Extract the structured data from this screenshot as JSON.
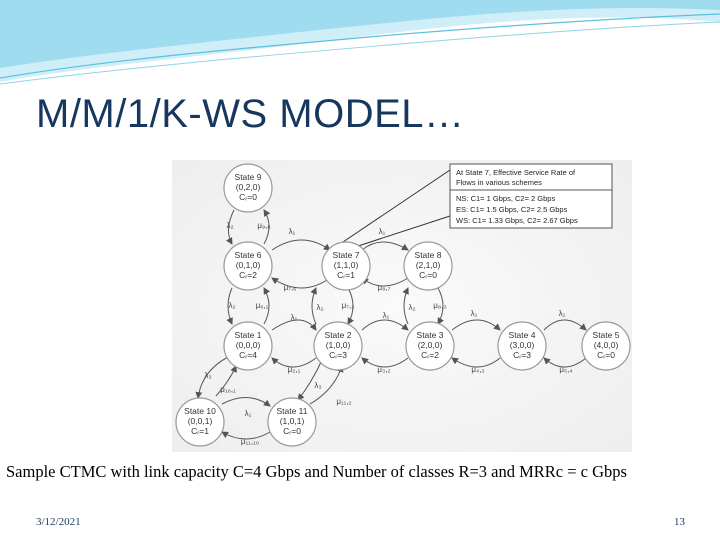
{
  "slide": {
    "title": "M/M/1/K-WS MODEL…",
    "caption": "Sample CTMC with link capacity C=4 Gbps and Number of classes R=3 and MRRc = c Gbps",
    "date": "3/12/2021",
    "page_number": "13"
  },
  "colors": {
    "title": "#17375e",
    "wave": "#5bc0de",
    "node_fill": "#ffffff",
    "node_stroke": "#999999",
    "diagram_bg": "#eeeeee"
  },
  "diagram": {
    "states": [
      {
        "id": "s9",
        "name": "State 9",
        "tuple": "(0,2,0)",
        "c": "Cᵣ=0"
      },
      {
        "id": "s6",
        "name": "State 6",
        "tuple": "(0,1,0)",
        "c": "Cᵣ=2"
      },
      {
        "id": "s7",
        "name": "State 7",
        "tuple": "(1,1,0)",
        "c": "Cᵣ=1"
      },
      {
        "id": "s8",
        "name": "State 8",
        "tuple": "(2,1,0)",
        "c": "Cᵣ=0"
      },
      {
        "id": "s1",
        "name": "State 1",
        "tuple": "(0,0,0)",
        "c": "Cᵣ=4"
      },
      {
        "id": "s2",
        "name": "State 2",
        "tuple": "(1,0,0)",
        "c": "Cᵣ=3"
      },
      {
        "id": "s3",
        "name": "State 3",
        "tuple": "(2,0,0)",
        "c": "Cᵣ=2"
      },
      {
        "id": "s4",
        "name": "State 4",
        "tuple": "(3,0,0)",
        "c": "Cᵣ=3"
      },
      {
        "id": "s5",
        "name": "State 5",
        "tuple": "(4,0,0)",
        "c": "Cᵣ=0"
      },
      {
        "id": "s10",
        "name": "State 10",
        "tuple": "(0,0,1)",
        "c": "Cᵣ=1"
      },
      {
        "id": "s11",
        "name": "State 11",
        "tuple": "(1,0,1)",
        "c": "Cᵣ=0"
      }
    ],
    "edge_labels": [
      {
        "id": "l_9_6_a",
        "text": "λ₂"
      },
      {
        "id": "l_9_6_b",
        "text": "μ₉,₆"
      },
      {
        "id": "l_6_7_a",
        "text": "λ₁"
      },
      {
        "id": "l_6_7_b",
        "text": "μ₇,₆"
      },
      {
        "id": "l_7_8_a",
        "text": "λ₁"
      },
      {
        "id": "l_7_8_b",
        "text": "μ₈,₇"
      },
      {
        "id": "l_6_1_a",
        "text": "λ₂"
      },
      {
        "id": "l_6_1_b",
        "text": "μ₆,₁"
      },
      {
        "id": "l_7_2_a",
        "text": "λ₁"
      },
      {
        "id": "l_7_2_b",
        "text": "λ₂"
      },
      {
        "id": "l_7_2_c",
        "text": "μ₇,₂"
      },
      {
        "id": "l_8_3_a",
        "text": "λ₁"
      },
      {
        "id": "l_8_3_b",
        "text": "λ₂"
      },
      {
        "id": "l_8_3_c",
        "text": "μ₈,₃"
      },
      {
        "id": "l_3_4_a",
        "text": "λ₁"
      },
      {
        "id": "l_4_5_a",
        "text": "λ₁"
      },
      {
        "id": "l_1_2_b",
        "text": "μ₂,₁"
      },
      {
        "id": "l_2_3_b",
        "text": "μ₃,₂"
      },
      {
        "id": "l_3_4_b",
        "text": "μ₄,₃"
      },
      {
        "id": "l_4_5_b",
        "text": "μ₅,₄"
      },
      {
        "id": "l_1_10_a",
        "text": "λ₃"
      },
      {
        "id": "l_1_10_b",
        "text": "μ₁₀,₁"
      },
      {
        "id": "l_2_11_a",
        "text": "λ₃"
      },
      {
        "id": "l_2_11_b",
        "text": "μ₁₁,₂"
      },
      {
        "id": "l_10_11_a",
        "text": "λ₁"
      },
      {
        "id": "l_10_11_b",
        "text": "μ₁₁,₁₀"
      }
    ],
    "info_box": {
      "title_line1": "At State 7, Effective Service Rate of",
      "title_line2": "Flows in various schemes",
      "lines": [
        "NS: C1= 1 Gbps, C2= 2 Gbps",
        "ES: C1= 1.5 Gbps, C2= 2.5 Gbps",
        "WS: C1= 1.33 Gbps, C2= 2.67 Gbps"
      ]
    }
  }
}
